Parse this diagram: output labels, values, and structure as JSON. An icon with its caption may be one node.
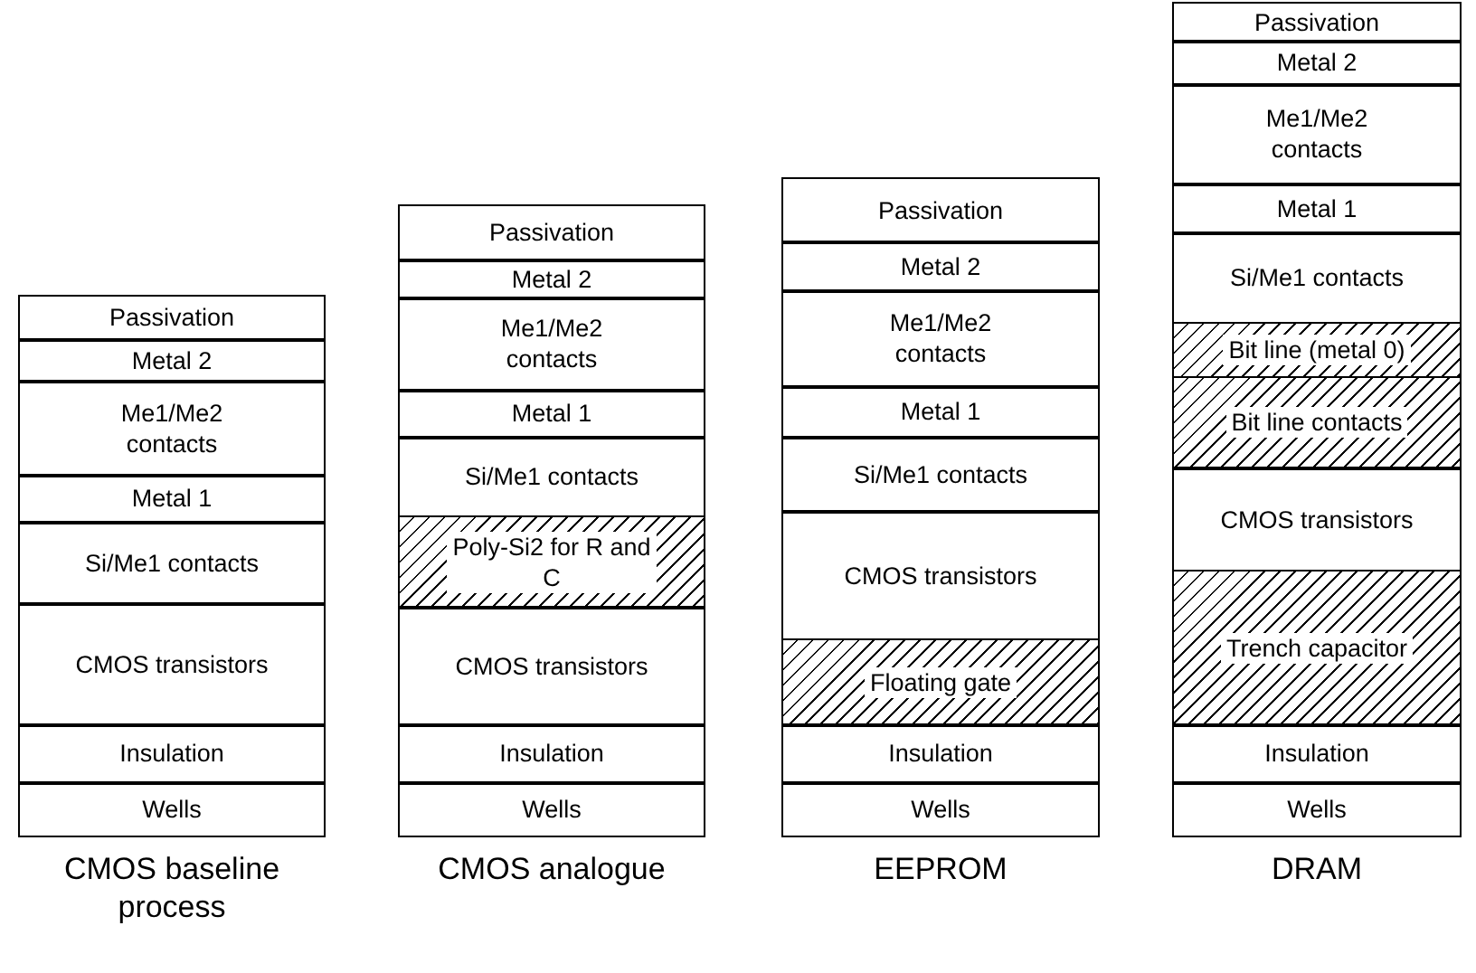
{
  "diagram": {
    "nodes": [
      {
        "text": [
          "Passivation"
        ]
      },
      {
        "text": [
          "Metal 2"
        ]
      },
      {
        "text": [
          "Me1/Me2 contacts"
        ]
      },
      {
        "text": [
          "Metal 1"
        ]
      },
      {
        "text": [
          "Si/Me1 contacts"
        ]
      },
      {
        "text": [
          "CMOS transistors"
        ]
      },
      {
        "text": [
          "Insulation"
        ]
      },
      {
        "text": [
          "Wells"
        ]
      },
      {
        "text": [
          "Passivation"
        ]
      },
      {
        "text": [
          "Metal 2"
        ]
      },
      {
        "text": [
          "Me1/Me2 contacts"
        ]
      },
      {
        "text": [
          "Metal 1"
        ]
      },
      {
        "text": [
          "Si/Me1 contacts"
        ]
      },
      {
        "text": [
          "Poly-Si2 for R and C"
        ]
      },
      {
        "text": [
          "CMOS transistors"
        ]
      },
      {
        "text": [
          "Insulation"
        ]
      },
      {
        "text": [
          "Wells"
        ]
      },
      {
        "text": [
          "Passivation"
        ]
      },
      {
        "text": [
          "Metal 2"
        ]
      },
      {
        "text": [
          "Me1/Me2 contacts"
        ]
      },
      {
        "text": [
          "Metal 1"
        ]
      },
      {
        "text": [
          "Si/Me1 contacts"
        ]
      },
      {
        "text": [
          "CMOS transistors"
        ]
      },
      {
        "text": [
          "Floating gate"
        ]
      },
      {
        "text": [
          "Insulation"
        ]
      },
      {
        "text": [
          "Wells"
        ]
      },
      {
        "text": [
          "Passivation"
        ]
      },
      {
        "text": [
          "Metal 2"
        ]
      },
      {
        "text": [
          "Me1/Me2 contacts"
        ]
      },
      {
        "text": [
          "Metal 1"
        ]
      },
      {
        "text": [
          "Si/Me1 contacts"
        ]
      },
      {
        "text": [
          "Bit line (metal 0)"
        ]
      },
      {
        "text": [
          "Bit line contacts"
        ]
      },
      {
        "text": [
          "CMOS transistors"
        ]
      },
      {
        "text": [
          "Trench capacitor"
        ]
      },
      {
        "text": [
          "Insulation"
        ]
      },
      {
        "text": [
          "Wells"
        ]
      }
    ],
    "edges": [],
    "labels": [
      "CMOS baseline process",
      "CMOS analogue",
      "EEPROM",
      "DRAM"
    ]
  }
}
